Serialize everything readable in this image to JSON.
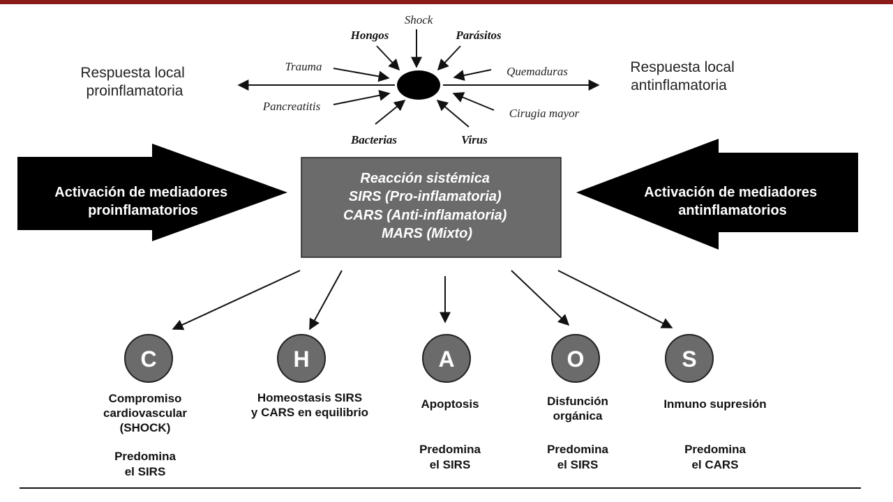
{
  "colors": {
    "top_bar": "#8b1a1a",
    "center_box": "#6b6b6b",
    "circle_fill": "#6b6b6b",
    "arrow_fill": "#000000"
  },
  "causes": {
    "shock": "Shock",
    "hongos": "Hongos",
    "parasitos": "Parásitos",
    "trauma": "Trauma",
    "quemaduras": "Quemaduras",
    "pancreatitis": "Pancreatitis",
    "cirugia": "Cirugia mayor",
    "bacterias": "Bacterias",
    "virus": "Virus"
  },
  "local_response": {
    "pro": [
      "Respuesta local",
      "proinflamatoria"
    ],
    "anti": [
      "Respuesta local",
      "antinflamatoria"
    ]
  },
  "mediators": {
    "pro": [
      "Activación de mediadores",
      "proinflamatorios"
    ],
    "anti": [
      "Activación de mediadores",
      "antinflamatorios"
    ]
  },
  "center": {
    "lines": [
      "Reacción sistémica",
      "SIRS (Pro-inflamatoria)",
      "CARS (Anti-inflamatoria)",
      "MARS (Mixto)"
    ]
  },
  "outcomes": [
    {
      "letter": "C",
      "desc": [
        "Compromiso",
        "cardiovascular",
        "(SHOCK)"
      ],
      "predom": [
        "Predomina",
        "el SIRS"
      ]
    },
    {
      "letter": "H",
      "desc": [
        "Homeostasis SIRS",
        "y CARS en equilibrio"
      ],
      "predom": []
    },
    {
      "letter": "A",
      "desc": [
        "Apoptosis"
      ],
      "predom": [
        "Predomina",
        "el SIRS"
      ]
    },
    {
      "letter": "O",
      "desc": [
        "Disfunción",
        "orgánica"
      ],
      "predom": [
        "Predomina",
        "el SIRS"
      ]
    },
    {
      "letter": "S",
      "desc": [
        "Inmuno supresión"
      ],
      "predom": [
        "Predomina",
        "el CARS"
      ]
    }
  ]
}
